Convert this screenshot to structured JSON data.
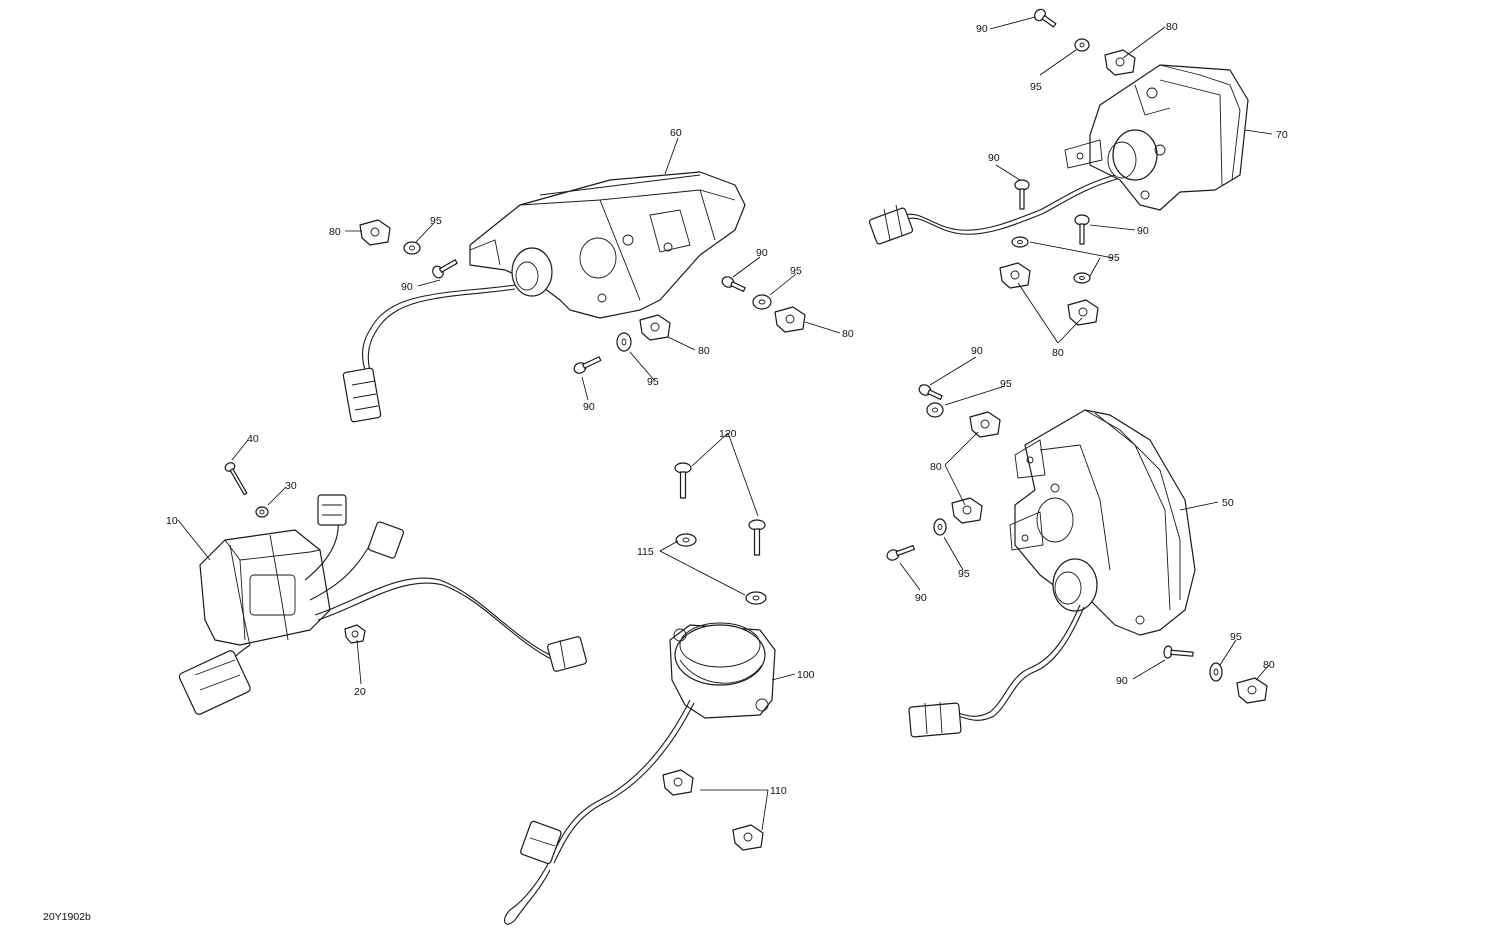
{
  "diagram_code": "20Y1902b",
  "callouts": [
    {
      "id": "c60",
      "text": "60"
    },
    {
      "id": "c70",
      "text": "70"
    },
    {
      "id": "c50",
      "text": "50"
    },
    {
      "id": "c10",
      "text": "10"
    },
    {
      "id": "c20",
      "text": "20"
    },
    {
      "id": "c30",
      "text": "30"
    },
    {
      "id": "c40",
      "text": "40"
    },
    {
      "id": "c100",
      "text": "100"
    },
    {
      "id": "c110",
      "text": "110"
    },
    {
      "id": "c115",
      "text": "115"
    },
    {
      "id": "c120",
      "text": "120"
    },
    {
      "id": "c80a",
      "text": "80"
    },
    {
      "id": "c80b",
      "text": "80"
    },
    {
      "id": "c80c",
      "text": "80"
    },
    {
      "id": "c80d",
      "text": "80"
    },
    {
      "id": "c80e",
      "text": "80"
    },
    {
      "id": "c80f",
      "text": "80"
    },
    {
      "id": "c80g",
      "text": "80"
    },
    {
      "id": "c90a",
      "text": "90"
    },
    {
      "id": "c90b",
      "text": "90"
    },
    {
      "id": "c90c",
      "text": "90"
    },
    {
      "id": "c90d",
      "text": "90"
    },
    {
      "id": "c90e",
      "text": "90"
    },
    {
      "id": "c90f",
      "text": "90"
    },
    {
      "id": "c90g",
      "text": "90"
    },
    {
      "id": "c90h",
      "text": "90"
    },
    {
      "id": "c90i",
      "text": "90"
    },
    {
      "id": "c95a",
      "text": "95"
    },
    {
      "id": "c95b",
      "text": "95"
    },
    {
      "id": "c95c",
      "text": "95"
    },
    {
      "id": "c95d",
      "text": "95"
    },
    {
      "id": "c95e",
      "text": "95"
    },
    {
      "id": "c95f",
      "text": "95"
    },
    {
      "id": "c95g",
      "text": "95"
    },
    {
      "id": "c95h",
      "text": "95"
    }
  ]
}
